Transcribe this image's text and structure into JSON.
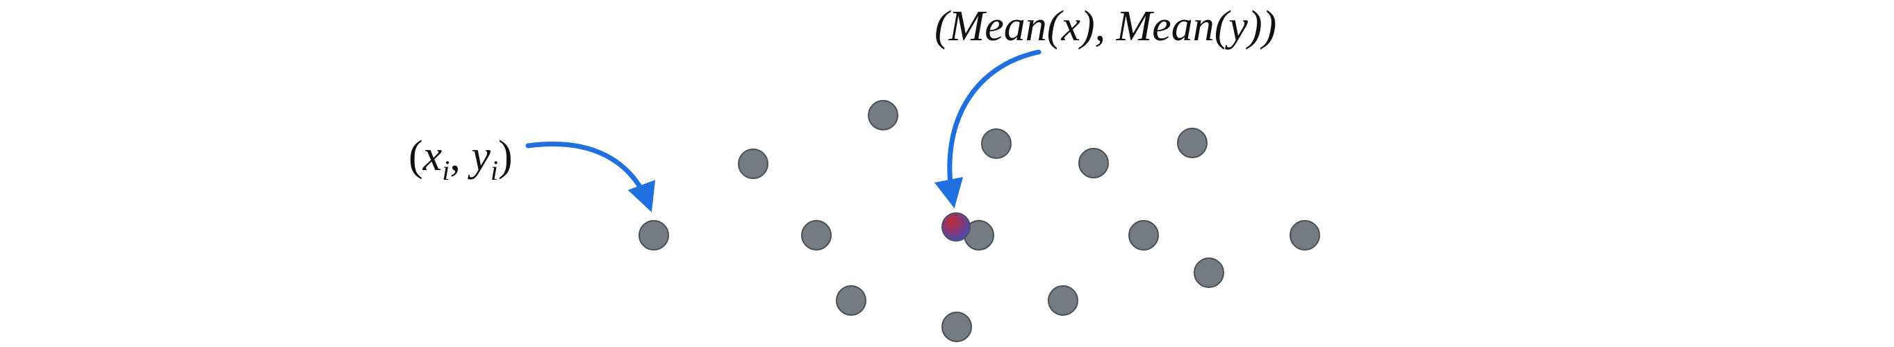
{
  "labels": {
    "point": {
      "open": "(",
      "x": "x",
      "sub_x": "i",
      "comma": ", ",
      "y": "y",
      "sub_y": "i",
      "close": ")"
    },
    "mean": "(Mean(x), Mean(y))"
  },
  "colors": {
    "point_fill": "#757b82",
    "point_stroke": "#4a4f55",
    "mean_fill_start": "#b0283a",
    "mean_fill_end": "#4a55b8",
    "arrow": "#1f6fe0",
    "text": "#111111"
  },
  "icons": {
    "point_arrow": "curved-arrow-icon",
    "mean_arrow": "curved-arrow-icon"
  }
}
